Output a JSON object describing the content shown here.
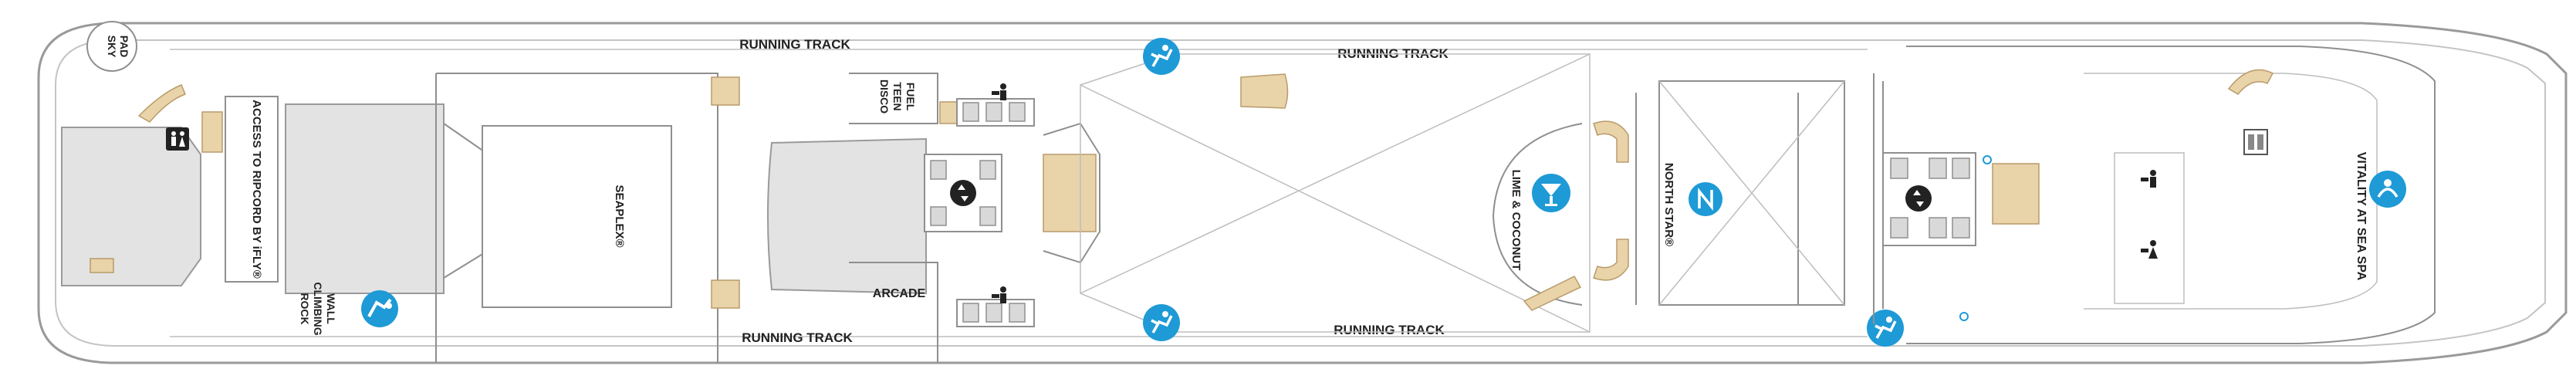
{
  "labels": {
    "sky_pad": [
      "SKY",
      "PAD"
    ],
    "running_track": "RUNNING TRACK",
    "access_to_ripcord": "ACCESS TO RIPCORD BY iFLY®",
    "rock_climbing_wall": [
      "ROCK",
      "CLIMBING",
      "WALL"
    ],
    "seaplex": "SEAPLEX®",
    "fuel_teen_disco": [
      "FUEL",
      "TEEN",
      "DISCO"
    ],
    "arcade": "ARCADE",
    "lime_and_coconut": "LIME & COCONUT",
    "north_star": "NORTH STAR®",
    "vitality_spa": "VITALITY AT SEA SPA"
  },
  "icons": {
    "runner": "running-icon",
    "cocktail": "cocktail-icon",
    "north_star": "north-star-icon",
    "climbing": "climbing-icon",
    "spa": "spa-icon",
    "elevator": "elevator-icon",
    "restroom": "restroom-icon",
    "accessible": "accessible-icon"
  },
  "colors": {
    "icon_blue": "#1e9ad6",
    "stairs": "#e9d3a9",
    "hull_outline": "#9a9a9a"
  }
}
